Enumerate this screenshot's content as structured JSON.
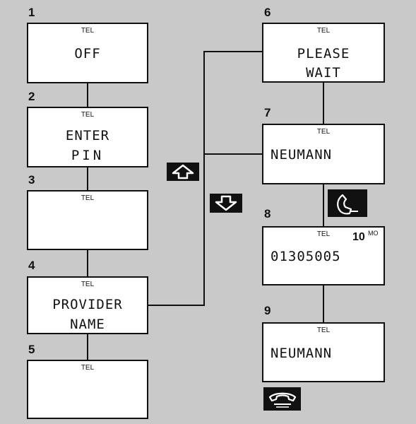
{
  "steps": [
    {
      "number": "1",
      "tel": "TEL",
      "line1": "OFF",
      "line2": ""
    },
    {
      "number": "2",
      "tel": "TEL",
      "line1": "ENTER",
      "line2": "PIN"
    },
    {
      "number": "3",
      "tel": "TEL",
      "line1": "",
      "line2": ""
    },
    {
      "number": "4",
      "tel": "TEL",
      "line1": "PROVIDER",
      "line2": "NAME"
    },
    {
      "number": "5",
      "tel": "TEL",
      "line1": "",
      "line2": ""
    },
    {
      "number": "6",
      "tel": "TEL",
      "line1": "PLEASE",
      "line2": "WAIT"
    },
    {
      "number": "7",
      "tel": "TEL",
      "line1": "NEUMANN",
      "line2": ""
    },
    {
      "number": "8",
      "tel": "TEL",
      "line1": "01305005",
      "line2": "",
      "indicator": "10",
      "indicator_suffix": "MO"
    },
    {
      "number": "9",
      "tel": "TEL",
      "line1": "NEUMANN",
      "line2": ""
    }
  ],
  "keys": {
    "up": "arrow-up-icon",
    "down": "arrow-down-icon",
    "offhook": "handset-offhook-icon",
    "hangup": "handset-hangup-icon"
  },
  "colors": {
    "background": "#c9c9c9",
    "display": "#ffffff",
    "ink": "#111111"
  }
}
